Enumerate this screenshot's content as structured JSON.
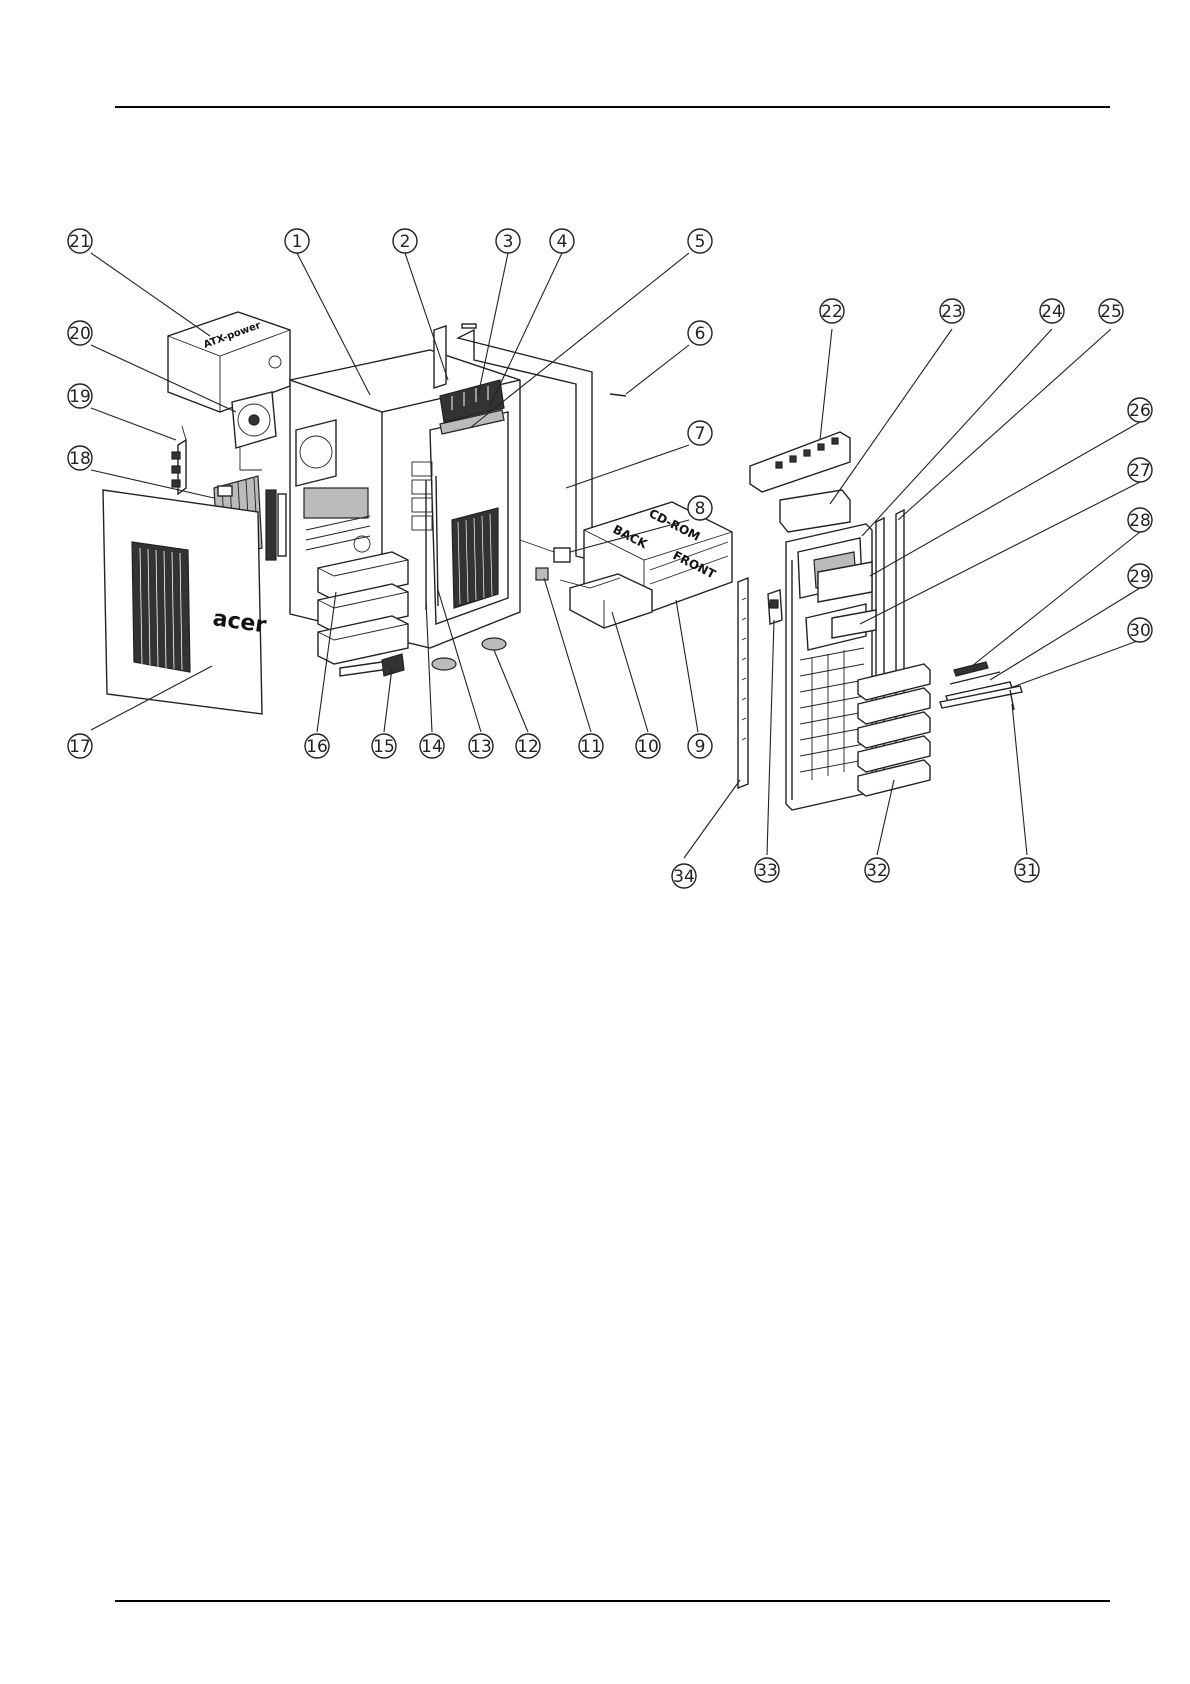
{
  "diagram": {
    "callouts": [
      {
        "n": "1"
      },
      {
        "n": "2"
      },
      {
        "n": "3"
      },
      {
        "n": "4"
      },
      {
        "n": "5"
      },
      {
        "n": "6"
      },
      {
        "n": "7"
      },
      {
        "n": "8"
      },
      {
        "n": "9"
      },
      {
        "n": "10"
      },
      {
        "n": "11"
      },
      {
        "n": "12"
      },
      {
        "n": "13"
      },
      {
        "n": "14"
      },
      {
        "n": "15"
      },
      {
        "n": "16"
      },
      {
        "n": "17"
      },
      {
        "n": "18"
      },
      {
        "n": "19"
      },
      {
        "n": "20"
      },
      {
        "n": "21"
      },
      {
        "n": "22"
      },
      {
        "n": "23"
      },
      {
        "n": "24"
      },
      {
        "n": "25"
      },
      {
        "n": "26"
      },
      {
        "n": "27"
      },
      {
        "n": "28"
      },
      {
        "n": "29"
      },
      {
        "n": "30"
      },
      {
        "n": "31"
      },
      {
        "n": "32"
      },
      {
        "n": "33"
      },
      {
        "n": "34"
      }
    ],
    "part_markings": {
      "psu_label": "ATX-power",
      "panel_logo": "acer",
      "drive_back": "BACK",
      "drive_cdrom": "CD-ROM",
      "drive_front": "FRONT"
    }
  }
}
